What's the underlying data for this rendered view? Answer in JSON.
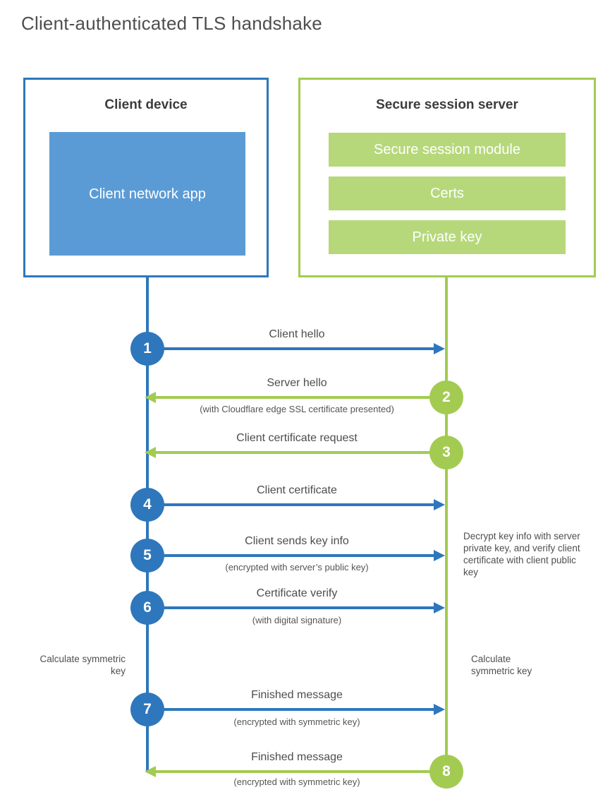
{
  "title": "Client-authenticated TLS handshake",
  "colors": {
    "blue_stroke": "#2e77bc",
    "blue_fill": "#5b9bd5",
    "green_stroke": "#a3cb52",
    "green_fill": "#b6d87b"
  },
  "client": {
    "title": "Client device",
    "app_label": "Client network app"
  },
  "server": {
    "title": "Secure session server",
    "modules": [
      "Secure session module",
      "Certs",
      "Private key"
    ]
  },
  "messages": [
    {
      "step": "1",
      "from": "client",
      "direction": "right",
      "label": "Client hello"
    },
    {
      "step": "2",
      "from": "server",
      "direction": "left",
      "label": "Server hello",
      "sublabel": "(with Cloudflare edge SSL certificate presented)"
    },
    {
      "step": "3",
      "from": "server",
      "direction": "left",
      "label": "Client certificate request"
    },
    {
      "step": "4",
      "from": "client",
      "direction": "right",
      "label": "Client certificate"
    },
    {
      "step": "5",
      "from": "client",
      "direction": "right",
      "label": "Client sends key info",
      "sublabel": "(encrypted with server’s public key)"
    },
    {
      "step": "6",
      "from": "client",
      "direction": "right",
      "label": "Certificate verify",
      "sublabel": "(with digital signature)"
    },
    {
      "step": "7",
      "from": "client",
      "direction": "right",
      "label": "Finished message",
      "sublabel": "(encrypted with symmetric key)"
    },
    {
      "step": "8",
      "from": "server",
      "direction": "left",
      "label": "Finished message",
      "sublabel": "(encrypted with symmetric key)"
    }
  ],
  "annotations": {
    "decrypt_note": "Decrypt key info with server private key, and verify client certificate with client public key",
    "calc_left": "Calculate symmetric key",
    "calc_right": "Calculate symmetric key"
  }
}
